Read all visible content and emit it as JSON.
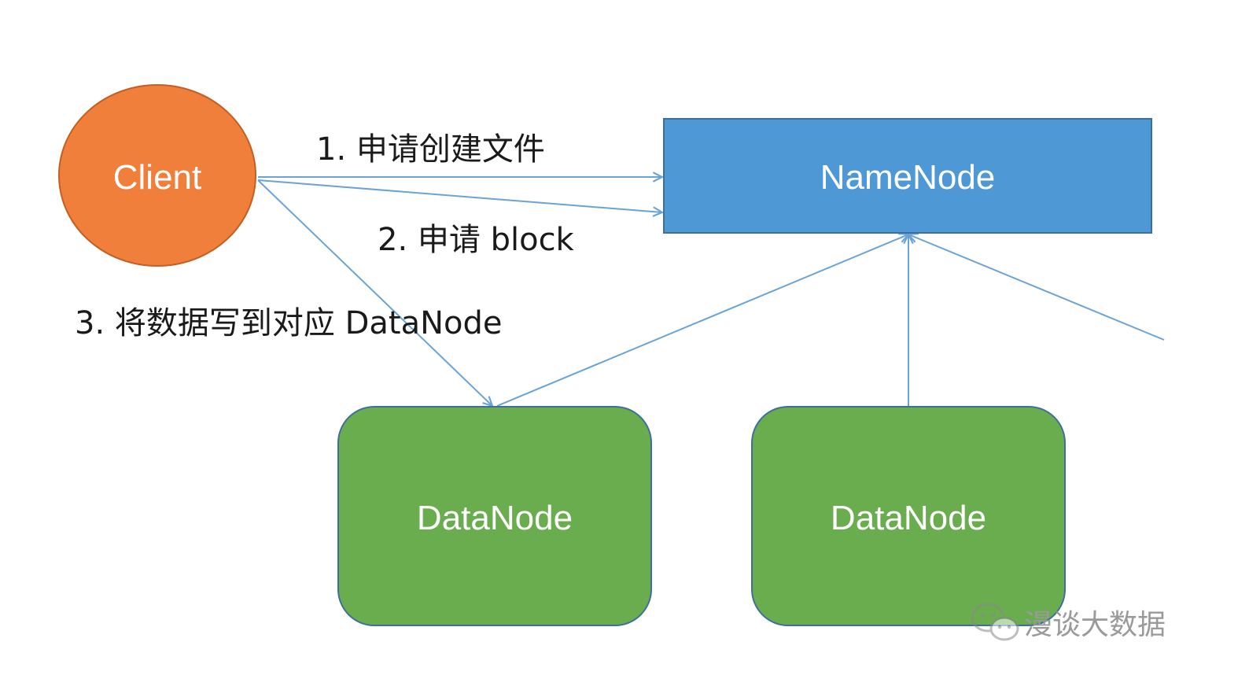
{
  "nodes": {
    "client": {
      "label": "Client",
      "color": "#ef7f3b"
    },
    "namenode": {
      "label": "NameNode",
      "color": "#4d98d5"
    },
    "datanode_1": {
      "label": "DataNode",
      "color": "#69ad4f"
    },
    "datanode_2": {
      "label": "DataNode",
      "color": "#69ad4f"
    }
  },
  "edges": {
    "create_file": {
      "label": "1. 申请创建文件"
    },
    "request_block": {
      "label": "2. 申请 block"
    },
    "write_data": {
      "label": "3. 将数据写到对应 DataNode"
    }
  },
  "colors": {
    "arrow": "#6aa3d6",
    "border": "#3f6f99",
    "text_dark": "#1a1a1a"
  },
  "watermark": {
    "icon": "wechat-icon",
    "text": "漫谈大数据"
  }
}
